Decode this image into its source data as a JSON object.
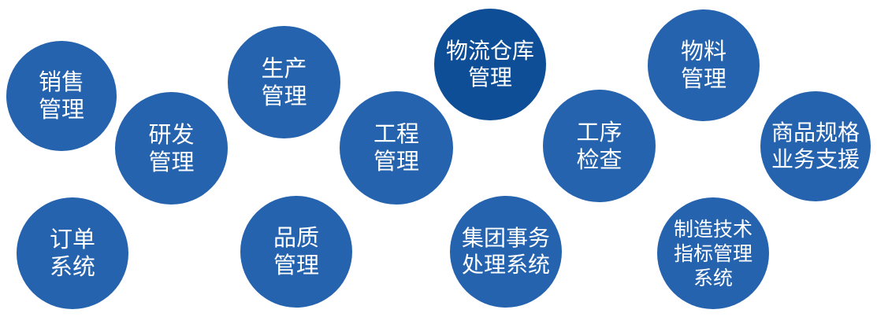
{
  "colors": {
    "bubble": "#2563ae",
    "bubble_highlight": "#0e4e96",
    "text": "#ffffff"
  },
  "nodes": [
    {
      "id": "sales-management",
      "lines": [
        "销售",
        "管理"
      ],
      "highlight": false
    },
    {
      "id": "rd-management",
      "lines": [
        "研发",
        "管理"
      ],
      "highlight": false
    },
    {
      "id": "order-system",
      "lines": [
        "订单",
        "系统"
      ],
      "highlight": false
    },
    {
      "id": "production-management",
      "lines": [
        "生产",
        "管理"
      ],
      "highlight": false
    },
    {
      "id": "quality-management",
      "lines": [
        "品质",
        "管理"
      ],
      "highlight": false
    },
    {
      "id": "engineering-management",
      "lines": [
        "工程",
        "管理"
      ],
      "highlight": false
    },
    {
      "id": "logistics-warehouse-management",
      "lines": [
        "物流仓库",
        "管理"
      ],
      "highlight": true
    },
    {
      "id": "group-affairs-system",
      "lines": [
        "集团事务",
        "处理系统"
      ],
      "highlight": false
    },
    {
      "id": "process-inspection",
      "lines": [
        "工序",
        "检查"
      ],
      "highlight": false
    },
    {
      "id": "material-management",
      "lines": [
        "物料",
        "管理"
      ],
      "highlight": false
    },
    {
      "id": "manufacturing-tech-index-system",
      "lines": [
        "制造技术",
        "指标管理",
        "系统"
      ],
      "highlight": false
    },
    {
      "id": "product-spec-business-support",
      "lines": [
        "商品规格",
        "业务支援"
      ],
      "highlight": false
    }
  ]
}
